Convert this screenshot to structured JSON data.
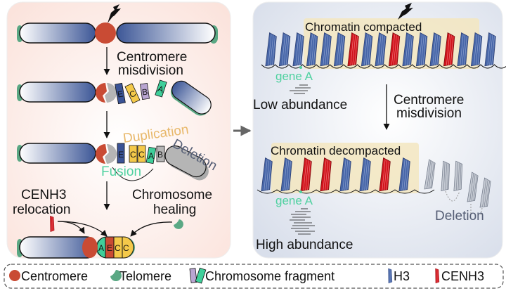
{
  "left_panel": {
    "step1_label_line1": "Centromere",
    "step1_label_line2": "misdivision",
    "fragments_row1": [
      "E",
      "C",
      "B",
      "A"
    ],
    "duplication_label": "Duplication",
    "deletion_label": "Deletion",
    "fusion_label": "Fusion",
    "fragments_row2": [
      "E",
      "C",
      "C",
      "A",
      "B"
    ],
    "cenh3_label_line1": "CENH3",
    "cenh3_label_line2": "relocation",
    "healing_label_line1": "Chromosome",
    "healing_label_line2": "healing",
    "final_segments": [
      "A",
      "E",
      "C",
      "C"
    ]
  },
  "right_panel": {
    "compacted_label": "Chromatin compacted",
    "gene_label_top": "gene A",
    "low_abundance_label": "Low abundance",
    "arrow_label_line1": "Centromere",
    "arrow_label_line2": "misdivision",
    "decompacted_label": "Chromatin decompacted",
    "gene_label_bottom": "gene A",
    "high_abundance_label": "High abundance",
    "deletion_label": "Deletion",
    "top_nucleosomes": [
      "H3",
      "H3",
      "H3",
      "H3",
      "H3",
      "H3",
      "CENH3",
      "H3",
      "H3",
      "CENH3",
      "H3",
      "H3",
      "H3",
      "CENH3",
      "H3",
      "H3",
      "H3"
    ],
    "bottom_nucleosomes": [
      "H3",
      "H3",
      "CENH3",
      "CENH3",
      "H3",
      "H3",
      "CENH3",
      "H3"
    ]
  },
  "legend": {
    "items": [
      {
        "icon": "centromere-icon",
        "label": "Centromere"
      },
      {
        "icon": "telomere-icon",
        "label": "Telomere"
      },
      {
        "icon": "chromosome-fragment-icon",
        "label": "Chromosome fragment"
      },
      {
        "icon": "h3-icon",
        "label": "H3"
      },
      {
        "icon": "cenh3-icon",
        "label": "CENH3"
      }
    ]
  },
  "colors": {
    "centromere": "#c94b34",
    "telomere": "#5aa884",
    "chromosome_blue": "#3f5a9a",
    "fragment_E": "#3a5396",
    "fragment_C": "#f4c94a",
    "fragment_B": "#b9a5d1",
    "fragment_A": "#3fcf9a",
    "cenh3_red": "#d0141c",
    "h3_blue": "#4766a8",
    "gene_green": "#4fd1a0",
    "duplication_orange": "#e8b86a",
    "deletion_gray": "#555e75"
  }
}
